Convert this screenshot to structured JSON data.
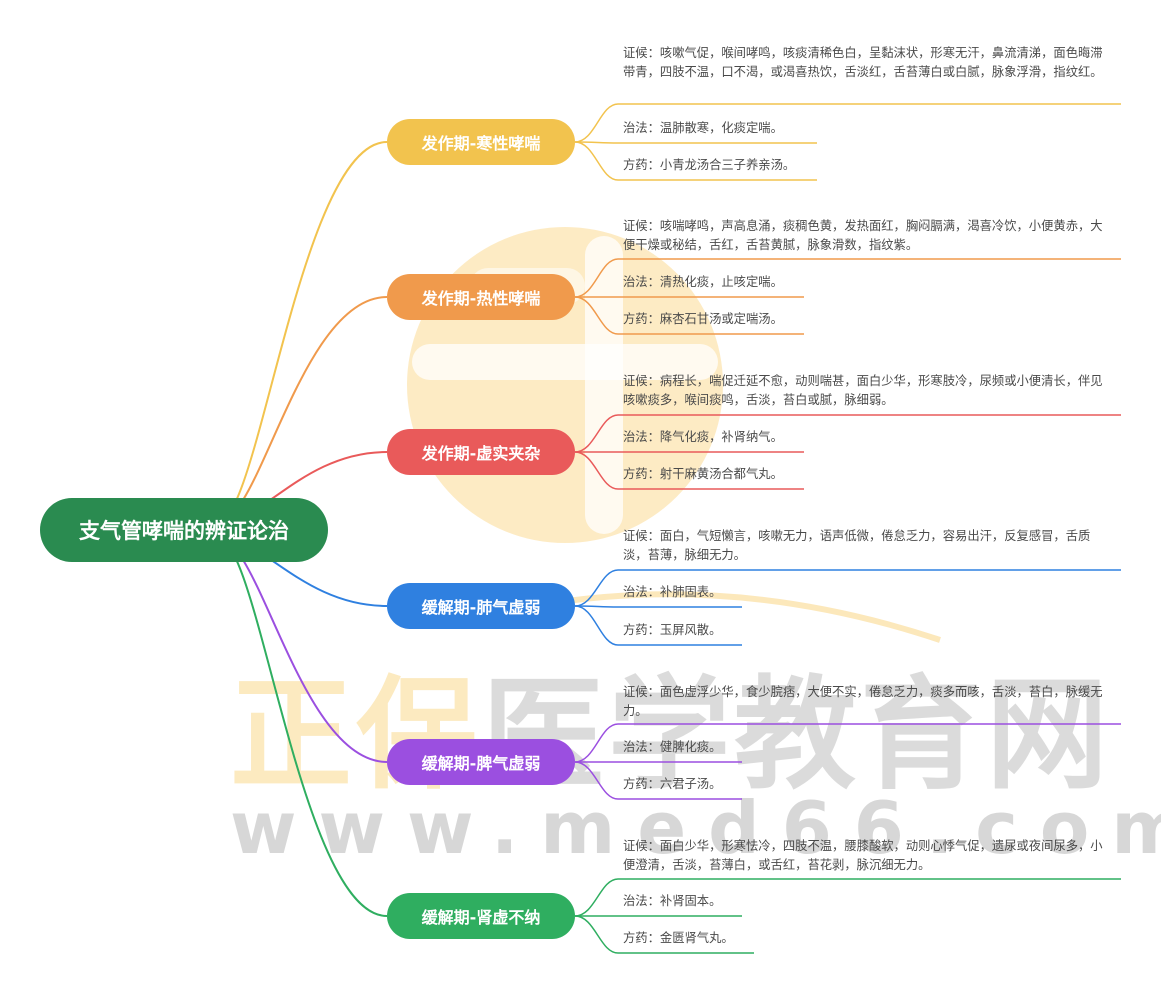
{
  "root": {
    "title": "支气管哮喘的辨证论治"
  },
  "watermark": {
    "brand_a": "正保",
    "brand_b": "医学教育网",
    "url": "www.med66.com"
  },
  "branches": [
    {
      "title": "发作期-寒性哮喘",
      "color": "#f2c34e",
      "syndrome": "证候：咳嗽气促，喉间哮鸣，咳痰清稀色白，呈黏沫状，形寒无汗，鼻流清涕，面色晦滞带青，四肢不温，口不渴，或渴喜热饮，舌淡红，舌苔薄白或白腻，脉象浮滑，指纹红。",
      "method": "治法：温肺散寒，化痰定喘。",
      "formula": "方药：小青龙汤合三子养亲汤。"
    },
    {
      "title": "发作期-热性哮喘",
      "color": "#f09a4c",
      "syndrome": "证候：咳喘哮鸣，声高息涌，痰稠色黄，发热面红，胸闷膈满，渴喜冷饮，小便黄赤，大便干燥或秘结，舌红，舌苔黄腻，脉象滑数，指纹紫。",
      "method": "治法：清热化痰，止咳定喘。",
      "formula": "方药：麻杏石甘汤或定喘汤。"
    },
    {
      "title": "发作期-虚实夹杂",
      "color": "#e95a5a",
      "syndrome": "证候：病程长，喘促迁延不愈，动则喘甚，面白少华，形寒肢冷，尿频或小便清长，伴见咳嗽痰多，喉间痰鸣，舌淡，苔白或腻，脉细弱。",
      "method": "治法：降气化痰，补肾纳气。",
      "formula": "方药：射干麻黄汤合都气丸。"
    },
    {
      "title": "缓解期-肺气虚弱",
      "color": "#2f80e0",
      "syndrome": "证候：面白，气短懒言，咳嗽无力，语声低微，倦怠乏力，容易出汗，反复感冒，舌质淡，苔薄，脉细无力。",
      "method": "治法：补肺固表。",
      "formula": "方药：玉屏风散。"
    },
    {
      "title": "缓解期-脾气虚弱",
      "color": "#9b4fe0",
      "syndrome": "证候：面色虚浮少华，食少脘痞，大便不实，倦怠乏力，痰多而咳，舌淡，苔白，脉缓无力。",
      "method": "治法：健脾化痰。",
      "formula": "方药：六君子汤。"
    },
    {
      "title": "缓解期-肾虚不纳",
      "color": "#2fae60",
      "syndrome": "证候：面白少华，形寒怯冷，四肢不温，腰膝酸软，动则心悸气促，遗尿或夜间尿多，小便澄清，舌淡，苔薄白，或舌红，苔花剥，脉沉细无力。",
      "method": "治法：补肾固本。",
      "formula": "方药：金匮肾气丸。"
    }
  ]
}
